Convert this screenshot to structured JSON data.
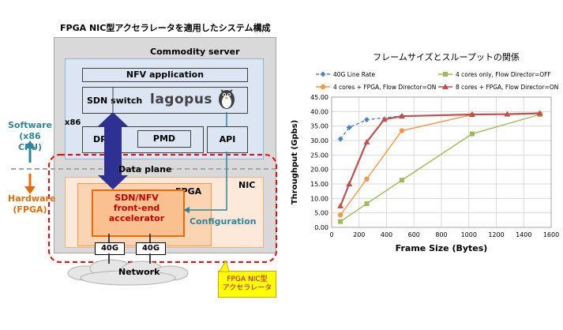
{
  "diagram": {
    "title": "FPGA NIC型アクセラレータを適用したシステム構成",
    "commodity_server": "Commodity  server",
    "nfv_application": "NFV application",
    "sdn_switch": "SDN switch",
    "lagopus": "lagopus",
    "x86": "x86",
    "dpdk": "DPDK",
    "pmd": "PMD",
    "api": "API",
    "data_plane": "Data plane",
    "nic": "NIC",
    "fpga": "FPGA",
    "accelerator": [
      "SDN/NFV",
      "front-end",
      "accelerator"
    ],
    "configuration": "Configuration",
    "port_labels": [
      "40G",
      "40G"
    ],
    "network": "Network",
    "software_label": [
      "Software",
      "(x86 CPU)"
    ],
    "hardware_label": [
      "Hardware",
      "(FPGA)"
    ],
    "callout": [
      "FPGA NIC型",
      "アクセラレータ"
    ],
    "colors": {
      "teal": "#31849b",
      "orange": "#e46c0a",
      "accel_red": "#c00000",
      "arrow_navy": "#2e3192",
      "dashed_red": "#ff0000"
    }
  },
  "chart_data": {
    "type": "line",
    "title": "フレームサイズとスループットの関係",
    "xlabel": "Frame Size (Bytes)",
    "ylabel": "Throughput (Gpbs)",
    "xlim": [
      0,
      1600
    ],
    "ylim": [
      0,
      45
    ],
    "xticks": [
      0,
      200,
      400,
      600,
      800,
      1000,
      1200,
      1400,
      1600
    ],
    "yticks": [
      0,
      5,
      10,
      15,
      20,
      25,
      30,
      35,
      40,
      45
    ],
    "ytick_labels": [
      "0.00",
      "5.00",
      "10.00",
      "15.00",
      "20.00",
      "25.00",
      "30.00",
      "35.00",
      "40.00",
      "45.00"
    ],
    "grid": true,
    "legend_position": "top",
    "series": [
      {
        "name": "40G Line Rate",
        "color": "#4f81bd",
        "marker": "diamond",
        "dashed": true,
        "x": [
          64,
          128,
          256,
          512
        ],
        "y": [
          30.5,
          34.5,
          37.2,
          38.5
        ]
      },
      {
        "name": "4 cores only, Flow Director=OFF",
        "color": "#9bbb59",
        "marker": "square",
        "dashed": false,
        "x": [
          64,
          256,
          512,
          1024,
          1518
        ],
        "y": [
          2.0,
          8.2,
          16.3,
          32.3,
          39.0
        ]
      },
      {
        "name": "4 cores + FPGA, Flow Director=ON",
        "color": "#f79646",
        "marker": "circle",
        "dashed": false,
        "x": [
          64,
          256,
          512,
          1024,
          1518
        ],
        "y": [
          4.3,
          16.7,
          33.4,
          38.9,
          39.3
        ]
      },
      {
        "name": "8 cores + FPGA, Flow Director=ON",
        "color": "#c0504d",
        "marker": "triangle",
        "dashed": false,
        "x": [
          64,
          128,
          256,
          384,
          512,
          1024,
          1280,
          1518
        ],
        "y": [
          7.4,
          15.0,
          29.5,
          37.3,
          38.4,
          39.0,
          39.1,
          39.4
        ]
      }
    ]
  }
}
